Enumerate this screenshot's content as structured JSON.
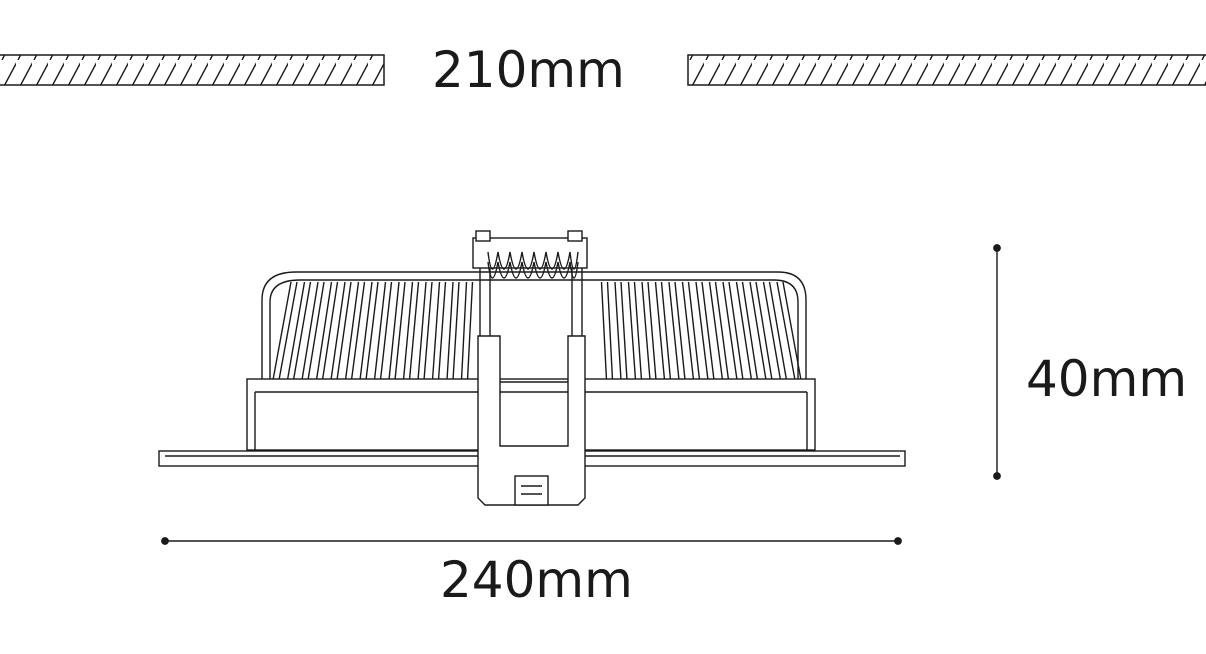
{
  "dimensions": {
    "cutout": "210mm",
    "height": "40mm",
    "width": "240mm"
  },
  "colors": {
    "line": "#1a1a1a",
    "background": "#ffffff"
  }
}
